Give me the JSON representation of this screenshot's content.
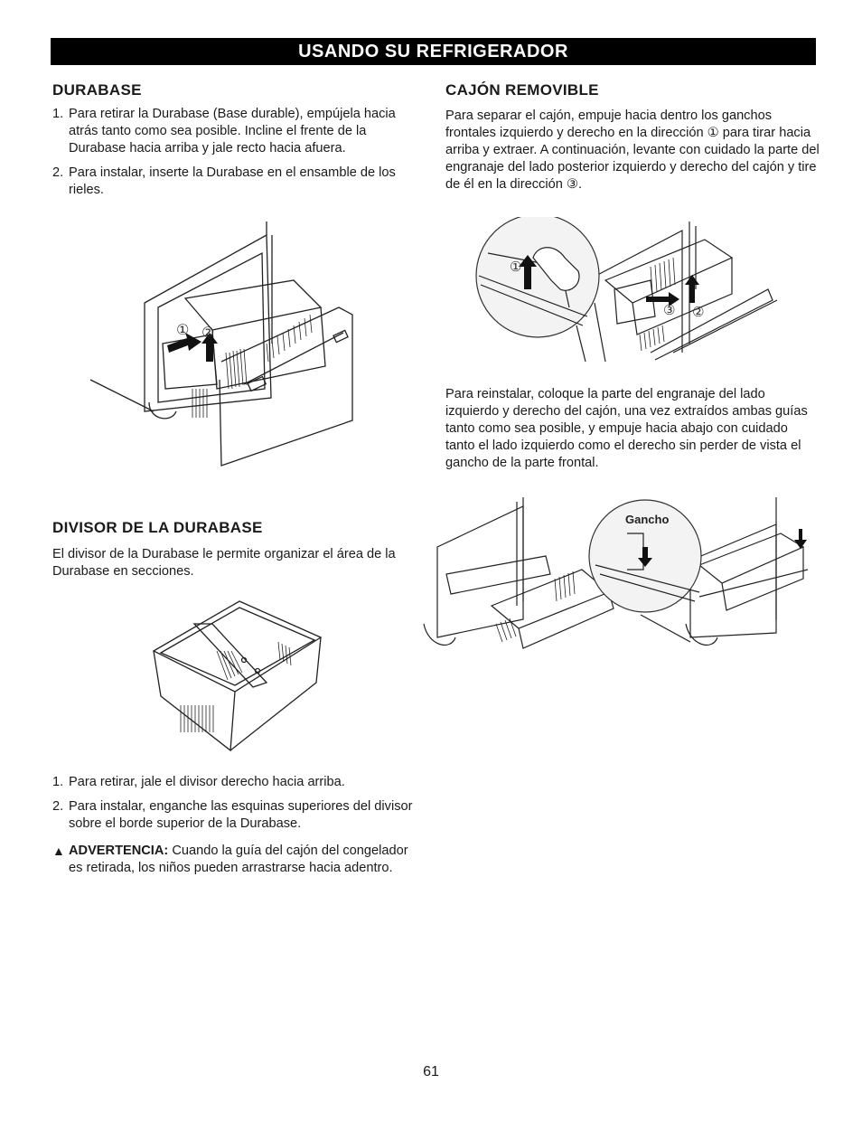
{
  "banner": "USANDO SU REFRIGERADOR",
  "durabase": {
    "title": "DURABASE",
    "steps": [
      {
        "num": "1.",
        "text": "Para retirar la Durabase (Base durable), empújela hacia atrás tanto como sea posible. Incline el frente de la Durabase hacia arriba y jale recto hacia afuera."
      },
      {
        "num": "2.",
        "text": "Para instalar, inserte la Durabase en el ensamble de los rieles."
      }
    ],
    "figure": {
      "label1": "①",
      "label2": "②"
    }
  },
  "cajon": {
    "title": "CAJÓN REMOVIBLE",
    "para1": "Para separar el cajón, empuje hacia dentro los ganchos frontales izquierdo y derecho en la dirección ① para tirar hacia arriba y extraer. A continuación, levante con cuidado la parte del engranaje del lado posterior izquierdo y derecho del cajón y tire de él en la dirección ③.",
    "figure": {
      "label1": "①",
      "label2": "②",
      "label3": "③"
    },
    "para2": "Para reinstalar, coloque la parte del engranaje del lado izquierdo y derecho del cajón, una vez extraídos ambas guías tanto como sea posible, y empuje hacia abajo con cuidado tanto el lado izquierdo como el derecho sin perder de vista el gancho de la parte frontal.",
    "figure2": {
      "hook_label": "Gancho"
    }
  },
  "divisor": {
    "title": "DIVISOR DE LA DURABASE",
    "para": "El divisor de la Durabase le permite organizar el área de la Durabase en secciones.",
    "steps": [
      {
        "num": "1.",
        "text": "Para retirar, jale el divisor derecho hacia arriba."
      },
      {
        "num": "2.",
        "text": "Para instalar, enganche las esquinas superiores del divisor sobre el borde superior de la Durabase."
      }
    ],
    "warning": {
      "label": "ADVERTENCIA:",
      "text": " Cuando la guía del cajón del congelador es retirada, los niños pueden arrastrarse hacia adentro."
    }
  },
  "page_number": "61"
}
